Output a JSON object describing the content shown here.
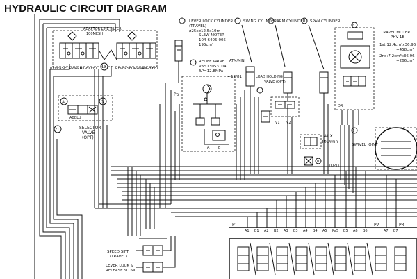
{
  "title": "HYDRAULIC CIRCUIT DIAGRAM",
  "filter": {
    "label": "ADAPTOR LINE FILTER",
    "spec": "100MESH"
  },
  "travel_left_ports": [
    "REVERSE",
    "FORWARD",
    "RIGHT",
    "LEFT"
  ],
  "travel_right_ports": [
    "REVERSE",
    "FORWARD",
    "RIGHT",
    "LEFT"
  ],
  "callouts": {
    "c1": "19",
    "c2": "21",
    "c3": "15",
    "c4": "10",
    "c5": "5",
    "c6": "6",
    "c7": "2"
  },
  "selector": {
    "a": "A",
    "g": "G",
    "ports": "ABBLU",
    "label1": "SELECTOR",
    "label2": "VALVE",
    "label3": "(OPT)"
  },
  "lever_lock_cylinder": {
    "label": "LEVER LOCK CYLINDER",
    "sub": "(TRAVEL)",
    "spec": "ø25xø12.5x10m"
  },
  "slew_motor": {
    "label": "SLEW MOTER",
    "part": "104-6405-005",
    "disp": "195cm³"
  },
  "relief_valve": {
    "label": "RELIFE VALVE",
    "part": "VNS130S310A",
    "pressure": "ΔP=12.8MPa",
    "ratio": "i=12/81",
    "atm": "ATM/MIN"
  },
  "cylinders": {
    "swing": "SWING CYLINDER",
    "arm": "ARM CYLINDER",
    "span": "SPAN CYLINDER"
  },
  "valve_opt": {
    "l1": "LOAD HOLDING",
    "l2": "VALVE (OPT)"
  },
  "travel_motor": {
    "label": "TRAVEL MOTER",
    "model": "PHV-1B",
    "first": "1st:12.4cm³x36.96",
    "first_b": "=458cm³",
    "second": "2nd:7.2cm³x36.96",
    "second_b": "=266cm³"
  },
  "aux": {
    "label": "AUX",
    "flow": "40L/min",
    "opt": "(OPT)"
  },
  "swivel_joint": "SWIVEL JOINT",
  "speed_shift": {
    "l1": "SPEED SIFT",
    "l2": "(TRAVEL)"
  },
  "lever_lock": {
    "l1": "LEVER LOCK &",
    "l2": "RELEASE SLOW"
  },
  "ports": {
    "pb": "Pb",
    "dr": "DR",
    "p1": "P1",
    "p2": "P2",
    "p3": "P3"
  },
  "bottom_ports": [
    "A1",
    "B1",
    "A2",
    "B2",
    "A3",
    "B3",
    "A4",
    "B4",
    "A5",
    "Pa5",
    "B5",
    "A6",
    "B6",
    "A7",
    "B7"
  ]
}
